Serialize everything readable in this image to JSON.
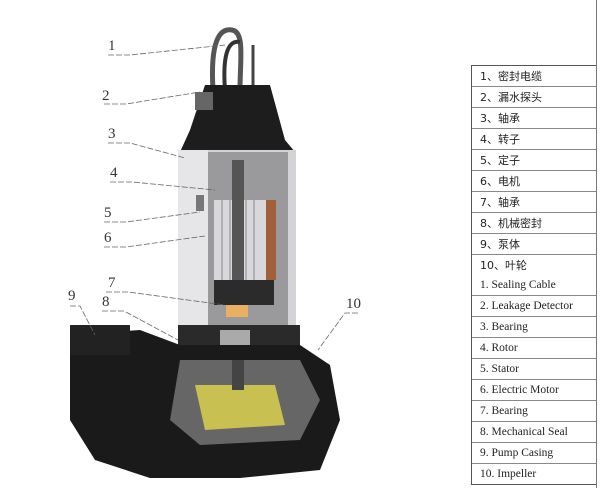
{
  "callouts": [
    "1",
    "2",
    "3",
    "4",
    "5",
    "6",
    "7",
    "8",
    "9",
    "10"
  ],
  "legend_zh": [
    "1、密封电缆",
    "2、漏水探头",
    "3、轴承",
    "4、转子",
    "5、定子",
    "6、电机",
    "7、轴承",
    "8、机械密封",
    "9、泵体",
    "10、叶轮"
  ],
  "legend_en": [
    "1. Sealing Cable",
    "2. Leakage Detector",
    "3. Bearing",
    "4. Rotor",
    "5. Stator",
    "6. Electric Motor",
    "7. Bearing",
    "8. Mechanical Seal",
    "9. Pump Casing",
    "10. Impeller"
  ]
}
